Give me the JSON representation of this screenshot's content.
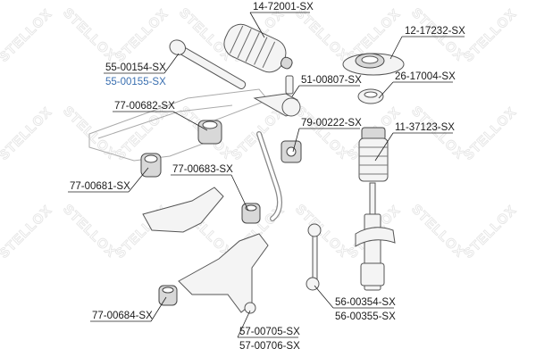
{
  "watermark": "STELLOX",
  "colors": {
    "label": "#1a1a1a",
    "highlight_label": "#3a6fb0",
    "leader": "#222222"
  },
  "labels": {
    "boot": "14-72001-SX",
    "strut_mount": "12-17232-SX",
    "tie_rod_1": "55-00154-SX",
    "tie_rod_2": "55-00155-SX",
    "tie_rod_end": "51-00807-SX",
    "bearing": "26-17004-SX",
    "bushing_682": "77-00682-SX",
    "stab_bushing": "79-00222-SX",
    "bump_stop": "11-37123-SX",
    "bushing_683": "77-00683-SX",
    "bushing_681": "77-00681-SX",
    "stab_link_1": "56-00354-SX",
    "stab_link_2": "56-00355-SX",
    "bushing_684": "77-00684-SX",
    "ball_joint_1": "57-00705-SX",
    "ball_joint_2": "57-00706-SX"
  }
}
